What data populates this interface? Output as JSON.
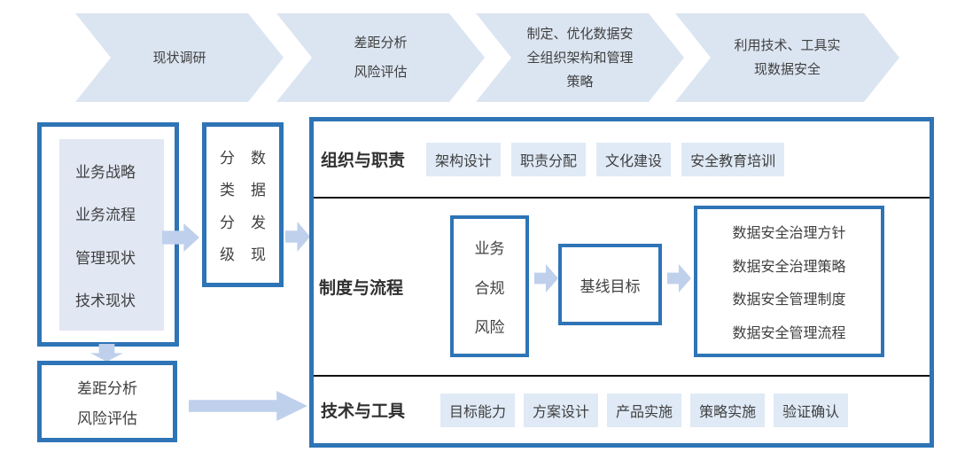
{
  "colors": {
    "accent": "#2e74b6",
    "arrow": "#bfd0ec",
    "chevron-fill": "#dbe5f1",
    "chip-fill": "#dfeaf6",
    "panel-fill": "#e1e7f3",
    "divider": "#111111",
    "text": "#3f3f3f"
  },
  "process": {
    "steps": [
      {
        "lines": [
          "现状调研"
        ]
      },
      {
        "lines": [
          "差距分析",
          "风险评估"
        ]
      },
      {
        "lines": [
          "制定、优化数据安",
          "全组织架构和管理",
          "策略"
        ]
      },
      {
        "lines": [
          "利用技术、工具实",
          "现数据安全"
        ]
      }
    ]
  },
  "left": {
    "current_state": {
      "items": [
        "业务战略",
        "业务流程",
        "管理现状",
        "技术现状"
      ]
    },
    "classification": {
      "col1": [
        "分",
        "类",
        "分",
        "级"
      ],
      "col2": [
        "数",
        "据",
        "发",
        "现"
      ]
    },
    "gap_analysis": {
      "lines": [
        "差距分析",
        "风险评估"
      ]
    }
  },
  "main": {
    "rows": [
      {
        "title": "组织与职责",
        "chips": [
          "架构设计",
          "职责分配",
          "文化建设",
          "安全教育培训"
        ]
      },
      {
        "title": "制度与流程",
        "compliance": [
          "业务",
          "合规",
          "风险"
        ],
        "baseline": "基线目标",
        "policies": [
          "数据安全治理方针",
          "数据安全治理策略",
          "数据安全管理制度",
          "数据安全管理流程"
        ]
      },
      {
        "title": "技术与工具",
        "chips": [
          "目标能力",
          "方案设计",
          "产品实施",
          "策略实施",
          "验证确认"
        ]
      }
    ]
  }
}
